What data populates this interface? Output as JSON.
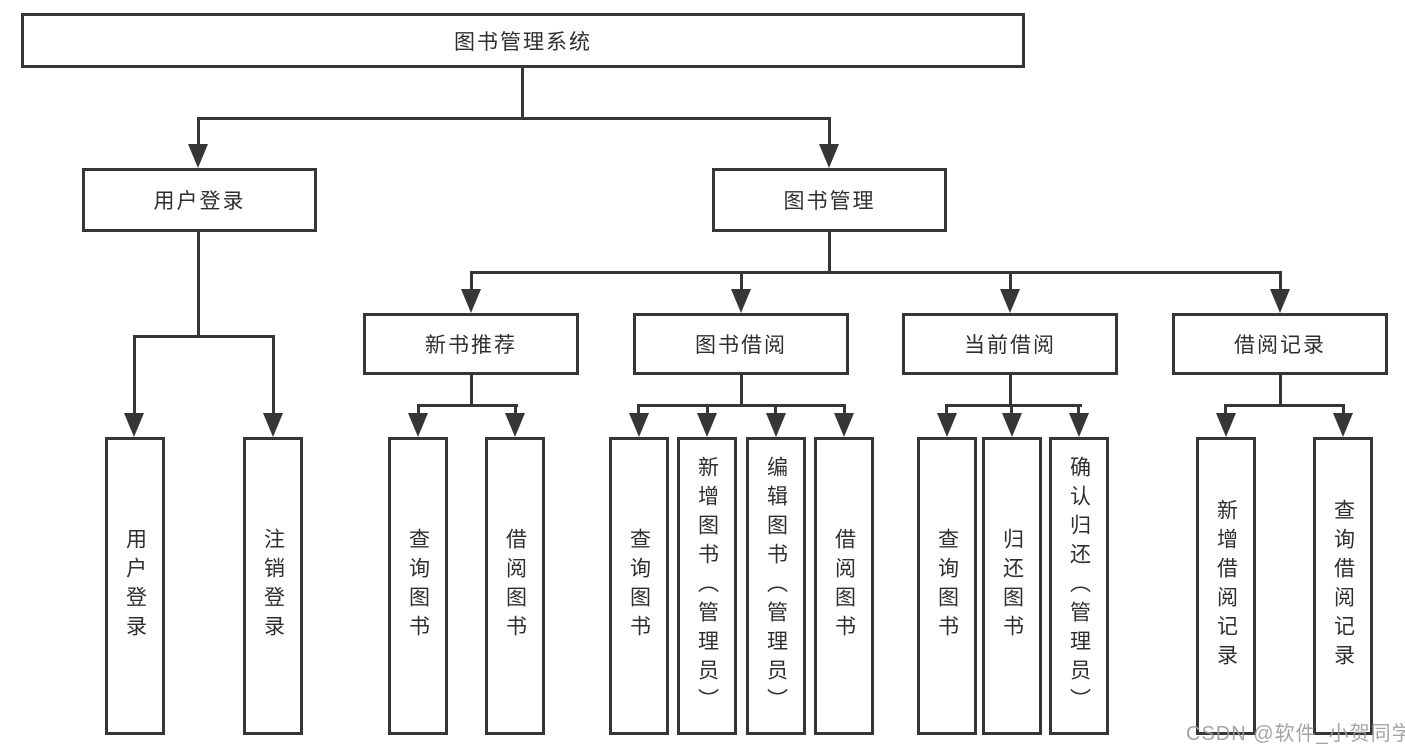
{
  "diagram": {
    "type": "tree",
    "root": {
      "label": "图书管理系统",
      "children": [
        {
          "label": "用户登录",
          "children": [
            {
              "label": "用户登录"
            },
            {
              "label": "注销登录"
            }
          ]
        },
        {
          "label": "图书管理",
          "children": [
            {
              "label": "新书推荐",
              "children": [
                {
                  "label": "查询图书"
                },
                {
                  "label": "借阅图书"
                }
              ]
            },
            {
              "label": "图书借阅",
              "children": [
                {
                  "label": "查询图书"
                },
                {
                  "label": "新增图书（管理员）"
                },
                {
                  "label": "编辑图书（管理员）"
                },
                {
                  "label": "借阅图书"
                }
              ]
            },
            {
              "label": "当前借阅",
              "children": [
                {
                  "label": "查询图书"
                },
                {
                  "label": "归还图书"
                },
                {
                  "label": "确认归还（管理员）"
                }
              ]
            },
            {
              "label": "借阅记录",
              "children": [
                {
                  "label": "新增借阅记录"
                },
                {
                  "label": "查询借阅记录"
                }
              ]
            }
          ]
        }
      ]
    }
  },
  "watermark": "CSDN @软件_小贺同学",
  "colors": {
    "line": "#363636",
    "text": "#2f2f2f",
    "watermark": "#9a9a9a"
  }
}
